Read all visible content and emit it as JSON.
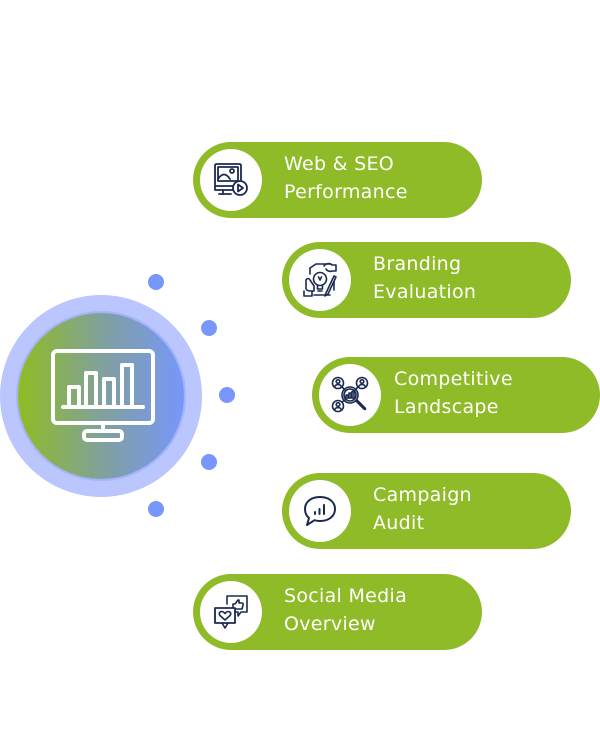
{
  "hub": {
    "icon": "monitor-bar-chart-icon",
    "colors": {
      "outer_ring": "#bac6fd",
      "gradient_start": "#8fbc22",
      "gradient_end": "#7797fa",
      "dots": "#7896fb"
    }
  },
  "items": [
    {
      "line1": "Web & SEO",
      "line2": "Performance",
      "icon": "web-media-icon"
    },
    {
      "line1": "Branding",
      "line2": "Evaluation",
      "icon": "branding-idea-icon"
    },
    {
      "line1": "Competitive",
      "line2": "Landscape",
      "icon": "competitive-analysis-icon"
    },
    {
      "line1": "Campaign",
      "line2": "Audit",
      "icon": "chat-chart-icon"
    },
    {
      "line1": "Social Media",
      "line2": "Overview",
      "icon": "social-like-heart-icon"
    }
  ],
  "colors": {
    "pill": "#8fbb28",
    "pill_text": "#ffffff",
    "icon_stroke": "#1c2a52"
  }
}
